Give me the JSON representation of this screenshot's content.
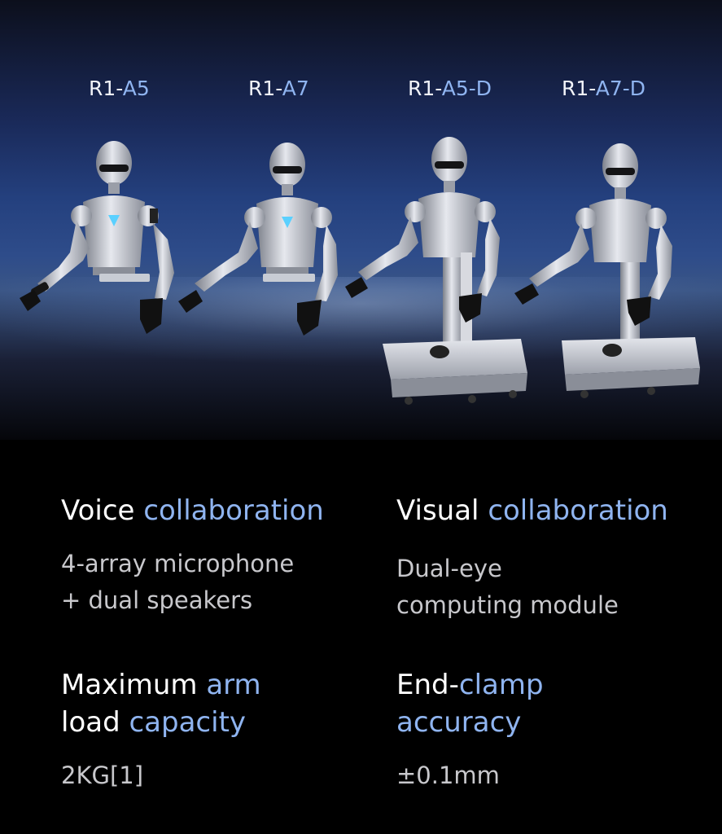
{
  "models": [
    {
      "prefix": "R1-",
      "suffix": "A5"
    },
    {
      "prefix": "R1-",
      "suffix": "A7"
    },
    {
      "prefix": "R1-",
      "suffix": "A5-D"
    },
    {
      "prefix": "R1-",
      "suffix": "A7-D"
    }
  ],
  "features": [
    {
      "title_main": "Voice ",
      "title_accent": "collaboration",
      "desc_line1": "4-array microphone",
      "desc_line2": "+ dual speakers"
    },
    {
      "title_main": "Visual ",
      "title_accent": "collaboration",
      "desc_line1": "Dual-eye",
      "desc_line2": "computing module"
    },
    {
      "title_line1_main": "Maximum ",
      "title_line1_accent": "arm",
      "title_line2_main": "load ",
      "title_line2_accent": "capacity",
      "desc": "2KG[1]"
    },
    {
      "title_line1_main": "End-",
      "title_line1_accent": "clamp",
      "title_line2_accent": "accuracy",
      "desc": "±0.1mm"
    }
  ],
  "colors": {
    "accent": "#8fb4f0",
    "title": "#ffffff",
    "desc": "#c8c8cc",
    "background": "#000000"
  },
  "icons": [
    "robot-a5-image",
    "robot-a7-image",
    "robot-a5-d-image",
    "robot-a7-d-image"
  ]
}
